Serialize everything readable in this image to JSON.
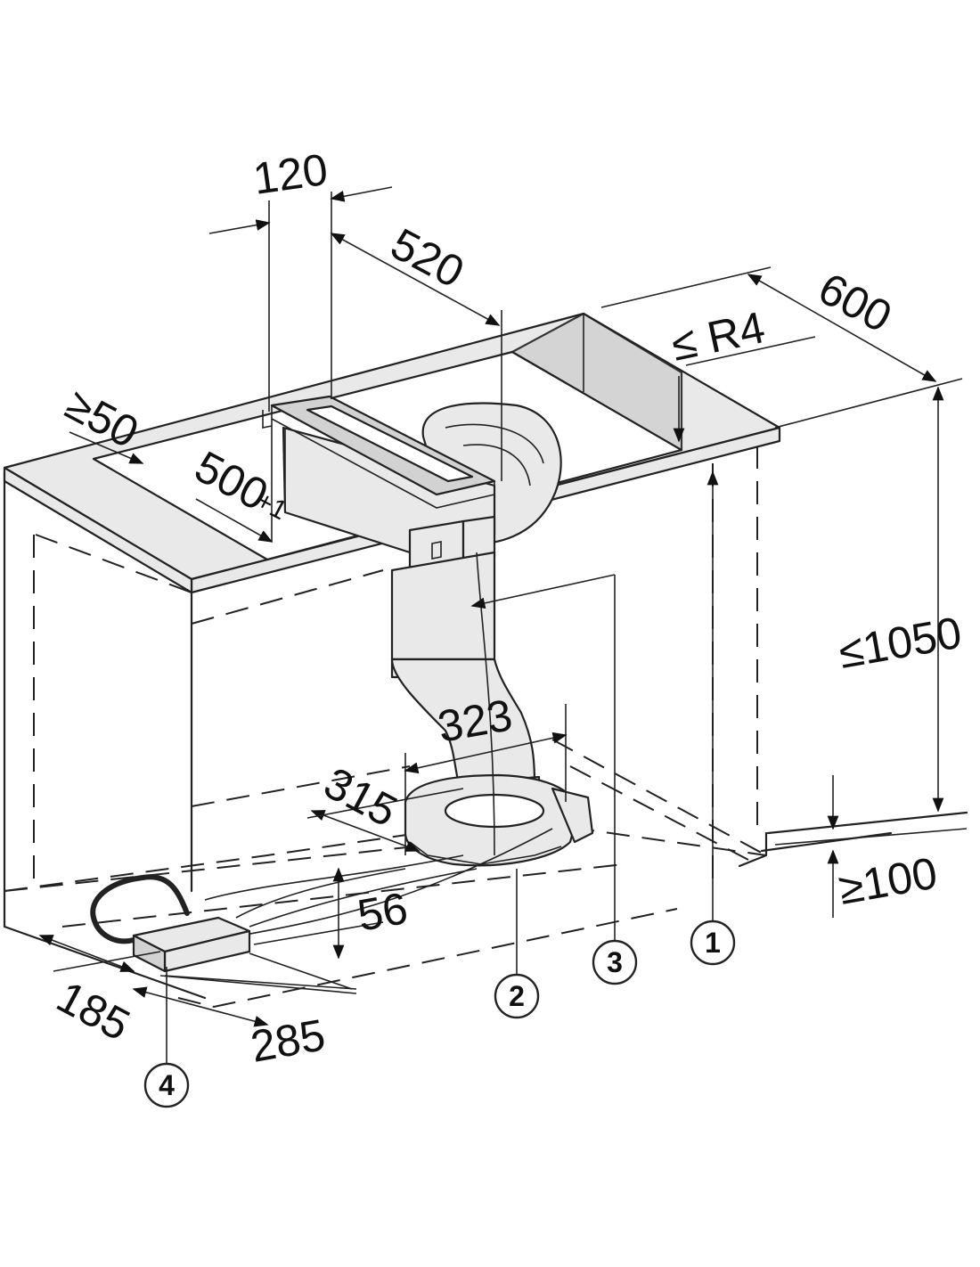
{
  "dimensions": {
    "d120": "120",
    "d520": "520",
    "d600": "600",
    "r4": "≤ R4",
    "d50": "≥50",
    "d500": "500",
    "d500_tol": "+1",
    "d1050": "≤1050",
    "d100": "≥100",
    "d323": "323",
    "d315": "315",
    "d56": "56",
    "d185": "185",
    "d285": "285"
  },
  "callouts": {
    "c1": "1",
    "c2": "2",
    "c3": "3",
    "c4": "4"
  }
}
